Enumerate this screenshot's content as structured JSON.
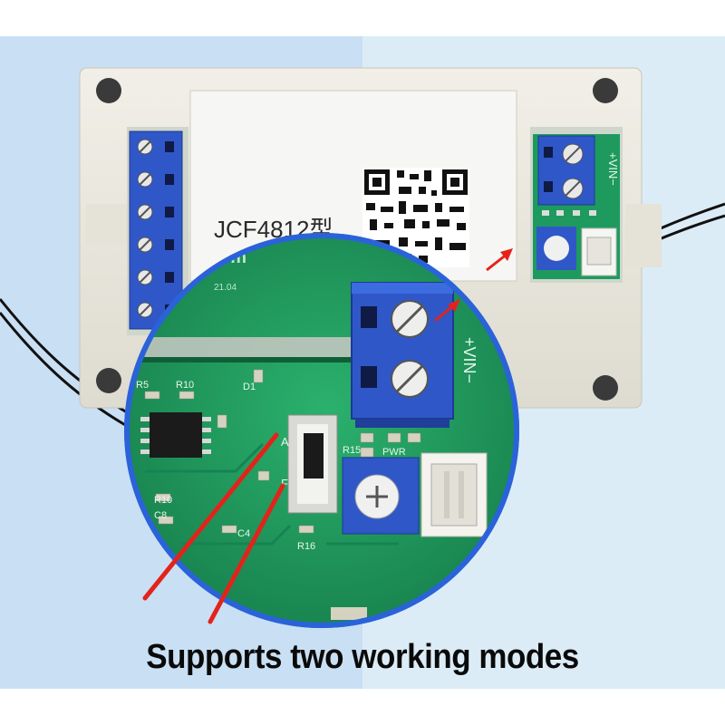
{
  "caption": "Supports two working modes",
  "label_text": {
    "model": "JCF4812型",
    "vin": "+VIN−",
    "zoom_vin": "+VIN−",
    "switch_a": "A",
    "switch_f": "F",
    "refs": [
      "R5",
      "R10",
      "R10",
      "C8",
      "C4",
      "R16",
      "R15",
      "PWR",
      "D1"
    ],
    "com": "om",
    "date": "21.04"
  },
  "colors": {
    "bg_left": "#c9dff3",
    "bg_right": "#dcecf7",
    "enclosure": "#eae8df",
    "pcb": "#1f9a5e",
    "terminal": "#2f57c8",
    "arrow": "#e3231b",
    "zoom_border": "#2a63d9"
  },
  "icons": [
    "qr-code-icon",
    "screw-terminal-icon",
    "slide-switch-icon",
    "potentiometer-icon",
    "connector-icon",
    "red-arrow-icon"
  ]
}
